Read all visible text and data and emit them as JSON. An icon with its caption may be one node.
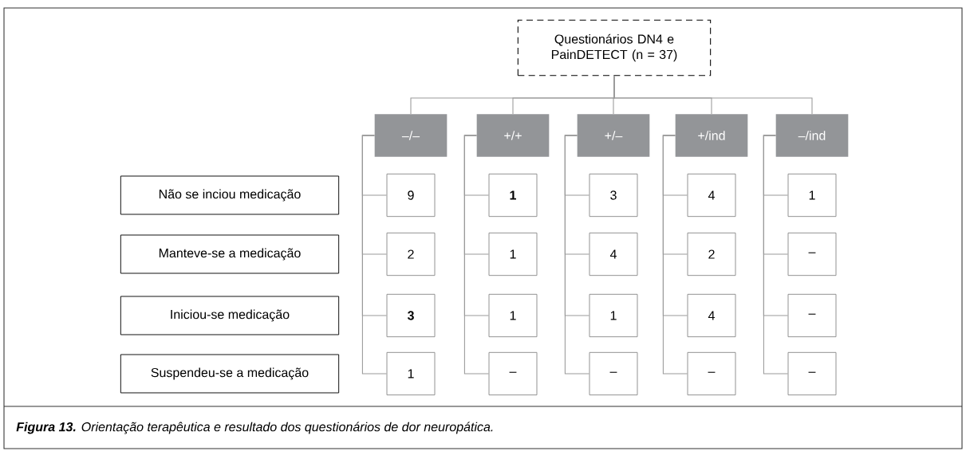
{
  "diagram": {
    "caption": "**Figura 13.** Orientação terapêutica e resultado dos questionários de dor neuropática.",
    "nodes": [
      {
        "text": [
          "Questionários DN4 e PainDETECT (n = 37)"
        ]
      },
      {
        "text": [
          "–/–"
        ]
      },
      {
        "text": [
          "+/+"
        ]
      },
      {
        "text": [
          "+/–"
        ]
      },
      {
        "text": [
          "+/ind"
        ]
      },
      {
        "text": [
          "–/ind"
        ]
      },
      {
        "text": [
          "Não se inciou medicação"
        ]
      },
      {
        "text": [
          "Manteve-se a medicação"
        ]
      },
      {
        "text": [
          "Iniciou-se medicação"
        ]
      },
      {
        "text": [
          "Suspendeu-se a medicação"
        ]
      },
      {
        "text": [
          "9"
        ]
      },
      {
        "text": [
          "**1**"
        ]
      },
      {
        "text": [
          "3"
        ]
      },
      {
        "text": [
          "4"
        ]
      },
      {
        "text": [
          "1"
        ]
      },
      {
        "text": [
          "2"
        ]
      },
      {
        "text": [
          "1"
        ]
      },
      {
        "text": [
          "4"
        ]
      },
      {
        "text": [
          "2"
        ]
      },
      {
        "text": [
          "–"
        ]
      },
      {
        "text": [
          "**3**"
        ]
      },
      {
        "text": [
          "1"
        ]
      },
      {
        "text": [
          "1"
        ]
      },
      {
        "text": [
          "4"
        ]
      },
      {
        "text": [
          "–"
        ]
      },
      {
        "text": [
          "1"
        ]
      },
      {
        "text": [
          "–"
        ]
      },
      {
        "text": [
          "–"
        ]
      },
      {
        "text": [
          "–"
        ]
      },
      {
        "text": [
          "–"
        ]
      }
    ],
    "edges": [
      {
        "from": 0,
        "to": 1,
        "arrow": "none"
      },
      {
        "from": 0,
        "to": 2,
        "arrow": "none"
      },
      {
        "from": 0,
        "to": 3,
        "arrow": "none"
      },
      {
        "from": 0,
        "to": 4,
        "arrow": "none"
      },
      {
        "from": 0,
        "to": 5,
        "arrow": "none"
      },
      {
        "from": 1,
        "to": 10,
        "arrow": "none"
      },
      {
        "from": 1,
        "to": 15,
        "arrow": "none"
      },
      {
        "from": 1,
        "to": 20,
        "arrow": "none"
      },
      {
        "from": 1,
        "to": 25,
        "arrow": "none"
      },
      {
        "from": 2,
        "to": 11,
        "arrow": "none"
      },
      {
        "from": 2,
        "to": 16,
        "arrow": "none"
      },
      {
        "from": 2,
        "to": 21,
        "arrow": "none"
      },
      {
        "from": 2,
        "to": 26,
        "arrow": "none"
      },
      {
        "from": 3,
        "to": 12,
        "arrow": "none"
      },
      {
        "from": 3,
        "to": 17,
        "arrow": "none"
      },
      {
        "from": 3,
        "to": 22,
        "arrow": "none"
      },
      {
        "from": 3,
        "to": 27,
        "arrow": "none"
      },
      {
        "from": 4,
        "to": 13,
        "arrow": "none"
      },
      {
        "from": 4,
        "to": 18,
        "arrow": "none"
      },
      {
        "from": 4,
        "to": 23,
        "arrow": "none"
      },
      {
        "from": 4,
        "to": 28,
        "arrow": "none"
      },
      {
        "from": 5,
        "to": 14,
        "arrow": "none"
      },
      {
        "from": 5,
        "to": 19,
        "arrow": "none"
      },
      {
        "from": 5,
        "to": 24,
        "arrow": "none"
      },
      {
        "from": 5,
        "to": 29,
        "arrow": "none"
      }
    ]
  }
}
